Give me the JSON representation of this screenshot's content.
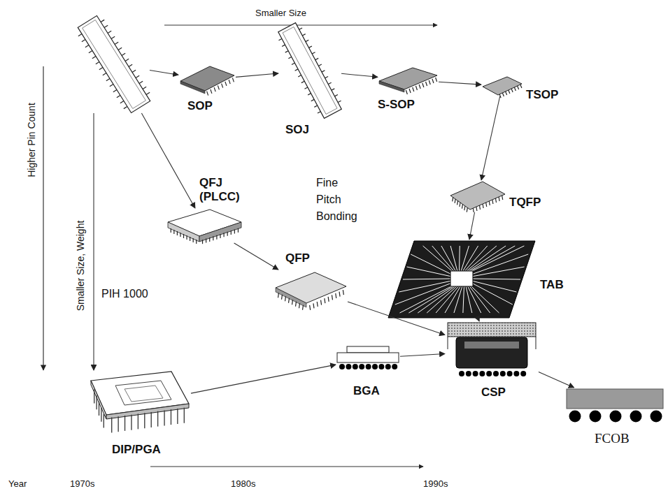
{
  "diagram": {
    "nodes": [
      {
        "text": []
      },
      {
        "text": [
          "SOP"
        ]
      },
      {
        "text": [
          "SOJ"
        ]
      },
      {
        "text": [
          "S-SOP"
        ]
      },
      {
        "text": [
          "TSOP"
        ]
      },
      {
        "text": [
          "QFJ (PLCC)"
        ]
      },
      {
        "text": [
          "TQFP"
        ]
      },
      {
        "text": [
          "QFP"
        ]
      },
      {
        "text": [
          "TAB"
        ]
      },
      {
        "text": [
          "BGA"
        ]
      },
      {
        "text": [
          "CSP"
        ]
      },
      {
        "text": [
          "DIP/PGA"
        ]
      },
      {
        "text": [
          "FCOB"
        ]
      }
    ],
    "edges": [
      {
        "from": 0,
        "to": 1,
        "arrow": "to"
      },
      {
        "from": 1,
        "to": 2,
        "arrow": "to"
      },
      {
        "from": 2,
        "to": 3,
        "arrow": "to"
      },
      {
        "from": 3,
        "to": 4,
        "arrow": "to"
      },
      {
        "from": 4,
        "to": 6,
        "arrow": "to"
      },
      {
        "from": 6,
        "to": 8,
        "arrow": "to"
      },
      {
        "from": 0,
        "to": 5,
        "arrow": "to"
      },
      {
        "from": 5,
        "to": 7,
        "arrow": "to"
      },
      {
        "from": 7,
        "to": 10,
        "arrow": "to"
      },
      {
        "from": 8,
        "to": 10,
        "arrow": "to"
      },
      {
        "from": 0,
        "to": 11,
        "arrow": "to"
      },
      {
        "from": 11,
        "to": 9,
        "arrow": "to"
      },
      {
        "from": 9,
        "to": 10,
        "arrow": "to"
      },
      {
        "from": 10,
        "to": 12,
        "arrow": "to"
      }
    ],
    "labels": [
      "Smaller Size",
      "Higher Pin Count",
      "Smaller Size, Weight",
      "PIH 1000",
      "Fine Pitch Bonding",
      "Year",
      "1970s",
      "1980s",
      "1990s"
    ]
  }
}
